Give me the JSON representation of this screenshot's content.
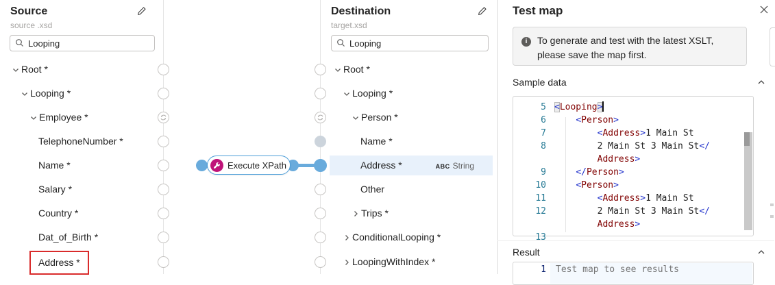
{
  "source": {
    "title": "Source",
    "subtitle": "source .xsd",
    "search": "Looping",
    "tree": [
      {
        "label": "Root *",
        "level": 0,
        "chev": "down"
      },
      {
        "label": "Looping *",
        "level": 1,
        "chev": "down"
      },
      {
        "label": "Employee *",
        "level": 2,
        "chev": "down",
        "loop": true
      },
      {
        "label": "TelephoneNumber *",
        "level": 3
      },
      {
        "label": "Name *",
        "level": 3
      },
      {
        "label": "Salary *",
        "level": 3
      },
      {
        "label": "Country *",
        "level": 3
      },
      {
        "label": "Dat_of_Birth *",
        "level": 3
      },
      {
        "label": "Address *",
        "level": 3,
        "redbox": true
      }
    ]
  },
  "destination": {
    "title": "Destination",
    "subtitle": "target.xsd",
    "search": "Looping",
    "tree": [
      {
        "label": "Root *",
        "level": 0,
        "chev": "down"
      },
      {
        "label": "Looping *",
        "level": 1,
        "chev": "down"
      },
      {
        "label": "Person *",
        "level": 2,
        "chev": "down",
        "loop": true
      },
      {
        "label": "Name *",
        "level": 3,
        "dot": "gray"
      },
      {
        "label": "Address *",
        "level": 3,
        "dot": "blue",
        "selected": true,
        "type_badge": {
          "icon_text": "ABC",
          "label": "String"
        }
      },
      {
        "label": "Other",
        "level": 3
      },
      {
        "label": "Trips *",
        "level": 2,
        "chev": "right"
      },
      {
        "label": "ConditionalLooping *",
        "level": 1,
        "chev": "right"
      },
      {
        "label": "LoopingWithIndex *",
        "level": 1,
        "chev": "right"
      }
    ]
  },
  "function_node": {
    "label": "Execute XPath",
    "icon": "wrench-icon",
    "color": "#bf1379"
  },
  "test_panel": {
    "title": "Test map",
    "banner_text": "To generate and test with the latest XSLT, please save the map first.",
    "sections": {
      "sample": "Sample data",
      "result": "Result"
    },
    "sample_code": {
      "rows": [
        {
          "n": "5",
          "i": 0,
          "s": [
            [
              "d",
              "<",
              "b"
            ],
            [
              "t",
              "Looping"
            ],
            [
              "d",
              ">",
              "b"
            ]
          ],
          "cursor": true
        },
        {
          "n": "6",
          "i": 4,
          "s": [
            [
              "d",
              "<"
            ],
            [
              "t",
              "Person"
            ],
            [
              "d",
              ">"
            ]
          ]
        },
        {
          "n": "7",
          "i": 8,
          "s": [
            [
              "d",
              "<"
            ],
            [
              "t",
              "Address"
            ],
            [
              "d",
              ">"
            ],
            [
              "x",
              "1 Main St"
            ]
          ]
        },
        {
          "n": "8",
          "i": 8,
          "s": [
            [
              "x",
              "2 Main St 3 Main St"
            ],
            [
              "d",
              "</"
            ]
          ]
        },
        {
          "n": "",
          "i": 8,
          "s": [
            [
              "t",
              "Address"
            ],
            [
              "d",
              ">"
            ]
          ]
        },
        {
          "n": "9",
          "i": 4,
          "s": [
            [
              "d",
              "</"
            ],
            [
              "t",
              "Person"
            ],
            [
              "d",
              ">"
            ]
          ]
        },
        {
          "n": "10",
          "i": 4,
          "s": [
            [
              "d",
              "<"
            ],
            [
              "t",
              "Person"
            ],
            [
              "d",
              ">"
            ]
          ]
        },
        {
          "n": "11",
          "i": 8,
          "s": [
            [
              "d",
              "<"
            ],
            [
              "t",
              "Address"
            ],
            [
              "d",
              ">"
            ],
            [
              "x",
              "1 Main St"
            ]
          ]
        },
        {
          "n": "12",
          "i": 8,
          "s": [
            [
              "x",
              "2 Main St 3 Main St"
            ],
            [
              "d",
              "</"
            ]
          ]
        },
        {
          "n": "",
          "i": 8,
          "s": [
            [
              "t",
              "Address"
            ],
            [
              "d",
              ">"
            ]
          ]
        },
        {
          "n": "13",
          "i": 0,
          "s": []
        }
      ]
    },
    "result": {
      "line_number": "1",
      "placeholder": "Test map to see results"
    }
  },
  "colors": {
    "accent_blue": "#69abdc",
    "function_pink": "#bf1379",
    "selected_row": "#e8f1fb",
    "red_box": "#d92b2b",
    "xml_tag": "#800000",
    "xml_delimiter": "#2233cc",
    "line_number": "#237893"
  }
}
